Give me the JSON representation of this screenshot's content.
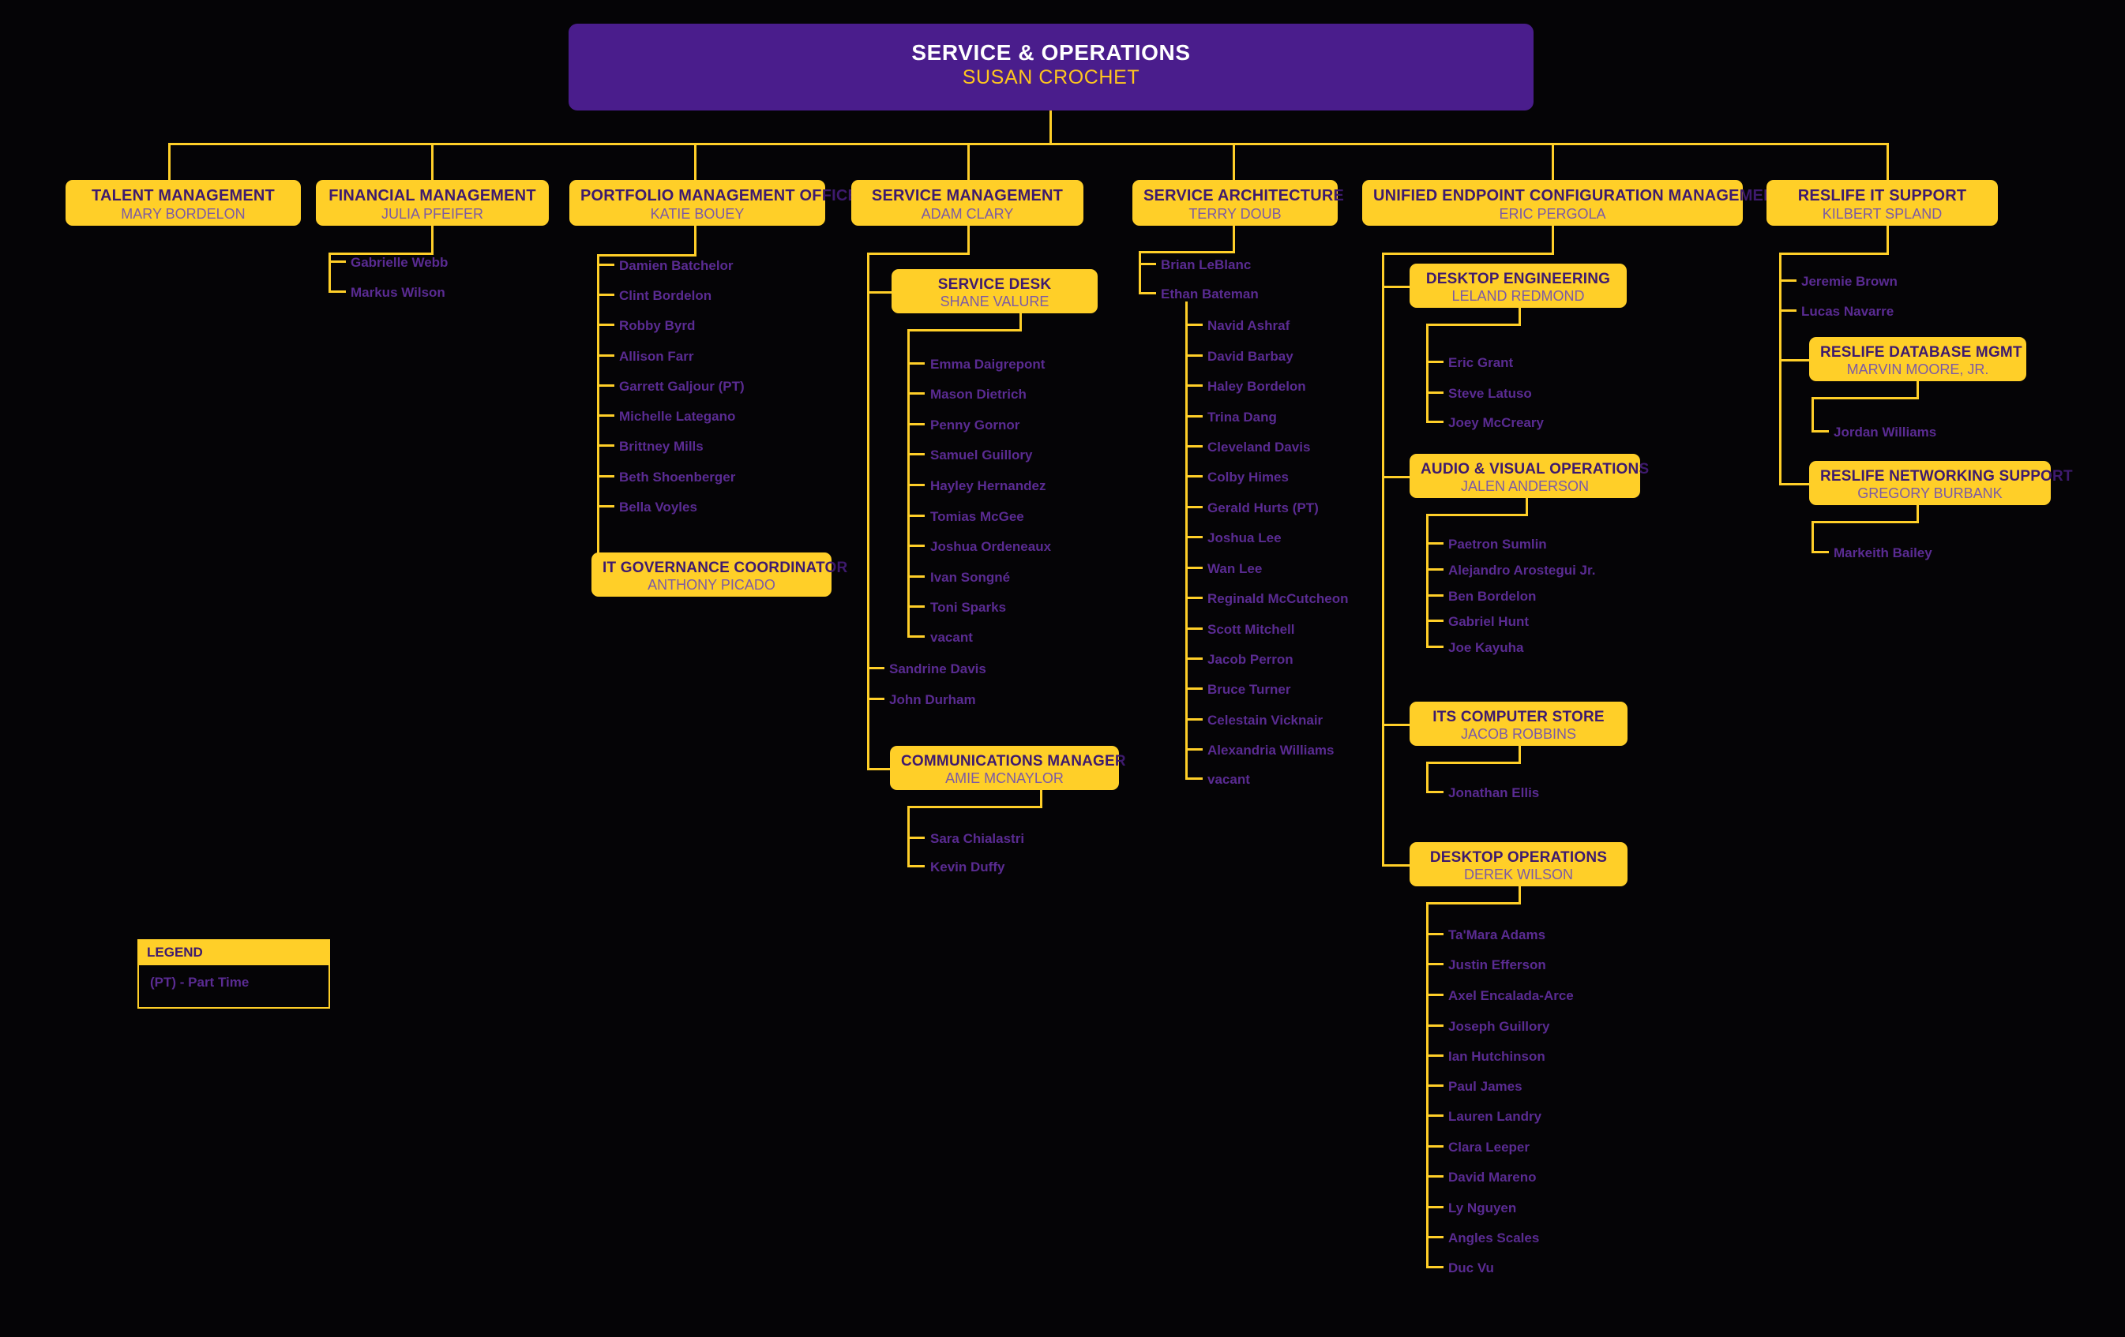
{
  "chart_type": "organization-chart",
  "colors": {
    "background": "#050406",
    "node_fill": "#FFCF28",
    "root_fill": "#4A1D8C",
    "root_title": "#FFFFFF",
    "root_person": "#FFC61E",
    "node_title": "#3E1A6E",
    "node_person": "#7C5AA6",
    "leaf_text": "#5A2B92",
    "connector": "#FFCF28"
  },
  "root": {
    "title": "SERVICE & OPERATIONS",
    "person": "SUSAN CROCHET"
  },
  "legend": {
    "heading": "LEGEND",
    "items": [
      "(PT) - Part Time"
    ]
  },
  "divisions": [
    {
      "id": "talent-management",
      "title": "TALENT MANAGEMENT",
      "person": "MARY BORDELON",
      "reports": []
    },
    {
      "id": "financial-management",
      "title": "FINANCIAL MANAGEMENT",
      "person": "JULIA PFEIFER",
      "reports": [
        "Gabrielle Webb",
        "Markus Wilson"
      ]
    },
    {
      "id": "portfolio-management-office",
      "title": "PORTFOLIO MANAGEMENT OFFICE",
      "person": "KATIE BOUEY",
      "reports": [
        "Damien Batchelor",
        "Clint Bordelon",
        "Robby Byrd",
        "Allison Farr",
        "Garrett Galjour (PT)",
        "Michelle Lategano",
        "Brittney Mills",
        "Beth Shoenberger",
        "Bella Voyles"
      ],
      "sub_units": [
        {
          "id": "it-governance-coordinator",
          "title": "IT GOVERNANCE COORDINATOR",
          "person": "ANTHONY PICADO",
          "reports": []
        }
      ]
    },
    {
      "id": "service-management",
      "title": "SERVICE MANAGEMENT",
      "person": "ADAM CLARY",
      "reports": [
        "Sandrine Davis",
        "John Durham"
      ],
      "sub_units": [
        {
          "id": "service-desk",
          "title": "SERVICE DESK",
          "person": "SHANE VALURE",
          "reports": [
            "Emma Daigrepont",
            "Mason Dietrich",
            "Penny Gornor",
            "Samuel Guillory",
            "Hayley Hernandez",
            "Tomias McGee",
            "Joshua Ordeneaux",
            "Ivan Songné",
            "Toni Sparks",
            "vacant"
          ]
        },
        {
          "id": "communications-manager",
          "title": "COMMUNICATIONS MANAGER",
          "person": "AMIE MCNAYLOR",
          "reports": [
            "Sara Chialastri",
            "Kevin Duffy"
          ]
        }
      ]
    },
    {
      "id": "service-architecture",
      "title": "SERVICE ARCHITECTURE",
      "person": "TERRY DOUB",
      "reports": [
        "Brian LeBlanc",
        "Ethan Bateman"
      ],
      "nested_reports": {
        "under": "Ethan Bateman",
        "names": [
          "Navid Ashraf",
          "David Barbay",
          "Haley Bordelon",
          "Trina Dang",
          "Cleveland Davis",
          "Colby Himes",
          "Gerald Hurts (PT)",
          "Joshua Lee",
          "Wan Lee",
          "Reginald McCutcheon",
          "Scott Mitchell",
          "Jacob Perron",
          "Bruce Turner",
          "Celestain Vicknair",
          "Alexandria Williams",
          "vacant"
        ]
      }
    },
    {
      "id": "unified-endpoint-configuration-management",
      "title": "UNIFIED ENDPOINT CONFIGURATION MANAGEMENT",
      "person": "ERIC PERGOLA",
      "reports": [],
      "sub_units": [
        {
          "id": "desktop-engineering",
          "title": "DESKTOP ENGINEERING",
          "person": "LELAND REDMOND",
          "reports": [
            "Eric Grant",
            "Steve Latuso",
            "Joey McCreary"
          ]
        },
        {
          "id": "audio-visual-operations",
          "title": "AUDIO & VISUAL OPERATIONS",
          "person": "JALEN ANDERSON",
          "reports": [
            "Paetron Sumlin",
            "Alejandro Arostegui Jr.",
            "Ben Bordelon",
            "Gabriel Hunt",
            "Joe Kayuha"
          ]
        },
        {
          "id": "its-computer-store",
          "title": "ITS COMPUTER STORE",
          "person": "JACOB ROBBINS",
          "reports": [
            "Jonathan Ellis"
          ]
        },
        {
          "id": "desktop-operations",
          "title": "DESKTOP OPERATIONS",
          "person": "DEREK WILSON",
          "reports": [
            "Ta'Mara Adams",
            "Justin Efferson",
            "Axel Encalada-Arce",
            "Joseph Guillory",
            "Ian Hutchinson",
            "Paul James",
            "Lauren Landry",
            "Clara Leeper",
            "David Mareno",
            "Ly Nguyen",
            "Angles Scales",
            "Duc Vu"
          ]
        }
      ]
    },
    {
      "id": "reslife-it-support",
      "title": "RESLIFE IT SUPPORT",
      "person": "KILBERT SPLAND",
      "reports": [
        "Jeremie Brown",
        "Lucas Navarre"
      ],
      "sub_units": [
        {
          "id": "reslife-database-mgmt",
          "title": "RESLIFE DATABASE MGMT",
          "person": "MARVIN MOORE, JR.",
          "reports": [
            "Jordan Williams"
          ]
        },
        {
          "id": "reslife-networking-support",
          "title": "RESLIFE NETWORKING SUPPORT",
          "person": "GREGORY BURBANK",
          "reports": [
            "Markeith Bailey"
          ]
        }
      ]
    }
  ]
}
